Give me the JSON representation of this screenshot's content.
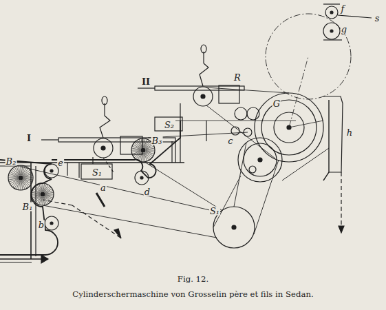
{
  "diagram": {
    "title": "Fig. 12.",
    "caption": "Cylinderschermaschine von Grosselin père et fils in Sedan.",
    "labels": [
      "I",
      "II",
      "a",
      "b",
      "c",
      "d",
      "e",
      "f",
      "g",
      "h",
      "R",
      "G",
      "S₁",
      "S₂",
      "S₁",
      "B₁",
      "B₂",
      "B₃",
      "s"
    ]
  }
}
